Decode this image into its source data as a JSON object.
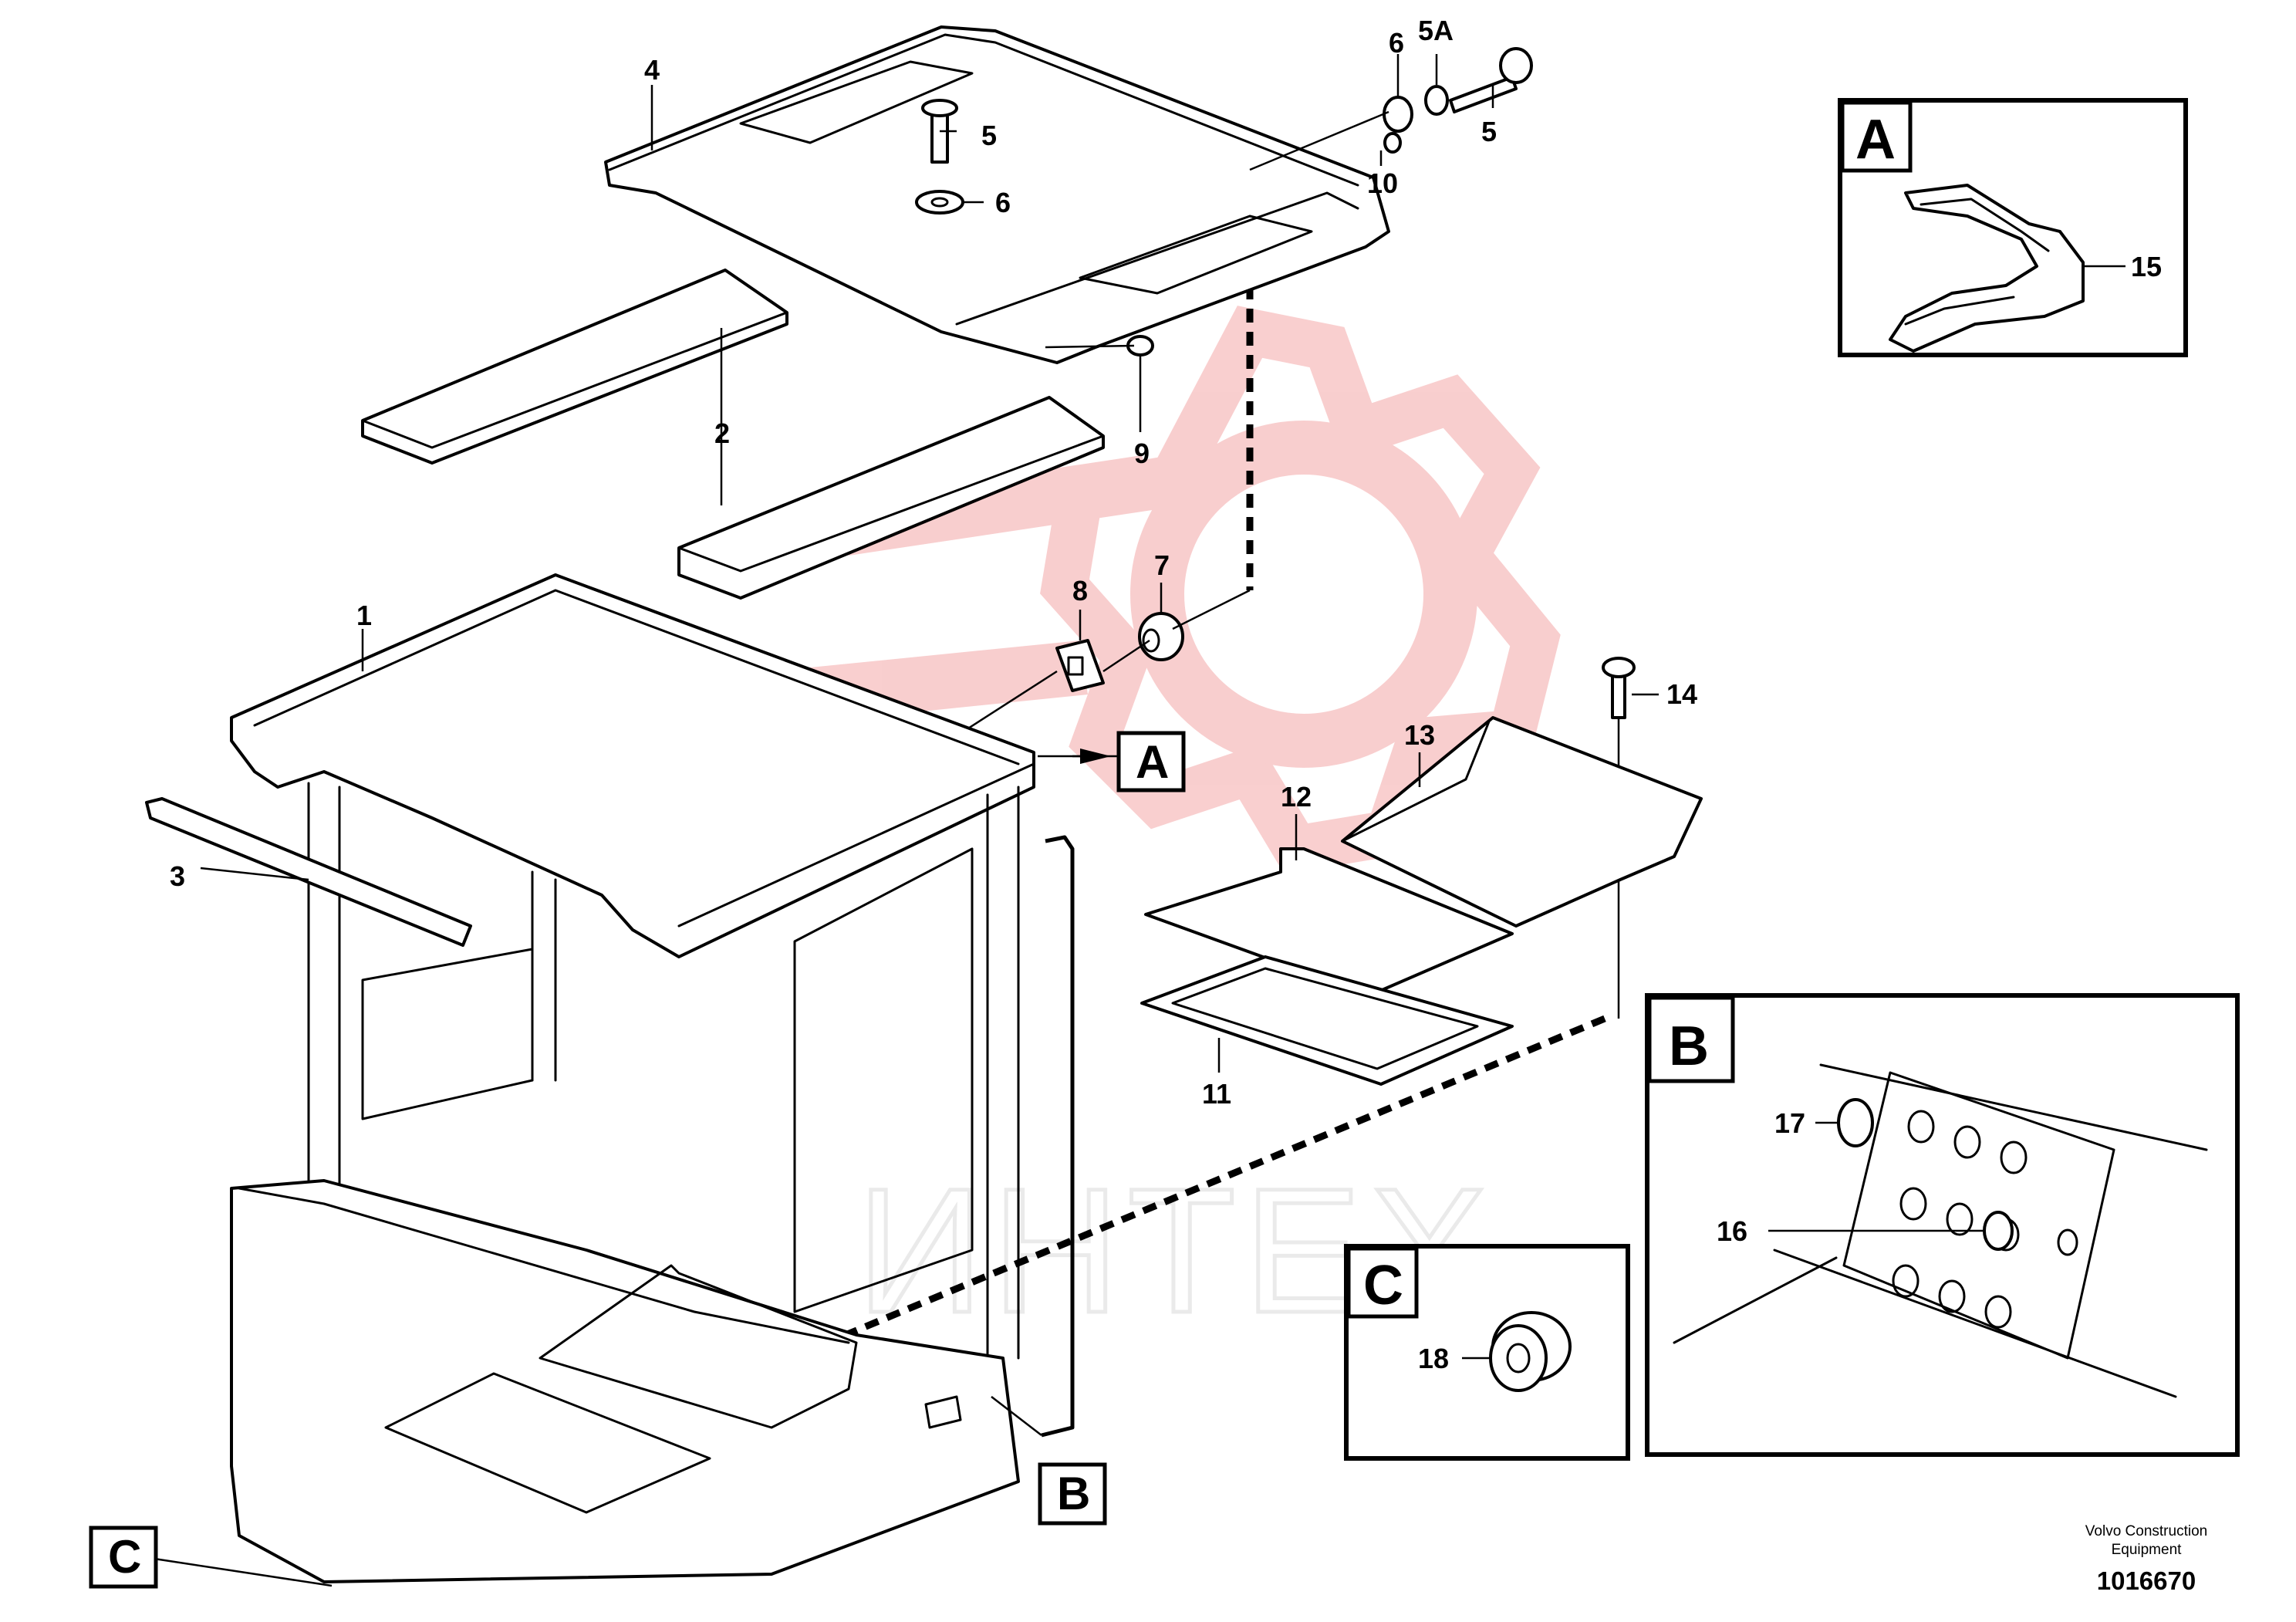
{
  "callouts": {
    "c1": "1",
    "c2": "2",
    "c3": "3",
    "c4": "4",
    "c5a": "5",
    "c5b": "5",
    "c5A": "5A",
    "c6a": "6",
    "c6b": "6",
    "c7": "7",
    "c8": "8",
    "c9": "9",
    "c10": "10",
    "c11": "11",
    "c12": "12",
    "c13": "13",
    "c14": "14",
    "c15": "15",
    "c16": "16",
    "c17": "17",
    "c18": "18"
  },
  "detail_views": {
    "A": "A",
    "B": "B",
    "C": "C"
  },
  "view_tags": {
    "A": "A",
    "B": "B",
    "C": "C"
  },
  "footer": {
    "company_line1": "Volvo Construction",
    "company_line2": "Equipment",
    "drawing_number": "1016670"
  },
  "watermark": {
    "text": "ИНТЕХ",
    "color": "#f4a7a7"
  }
}
